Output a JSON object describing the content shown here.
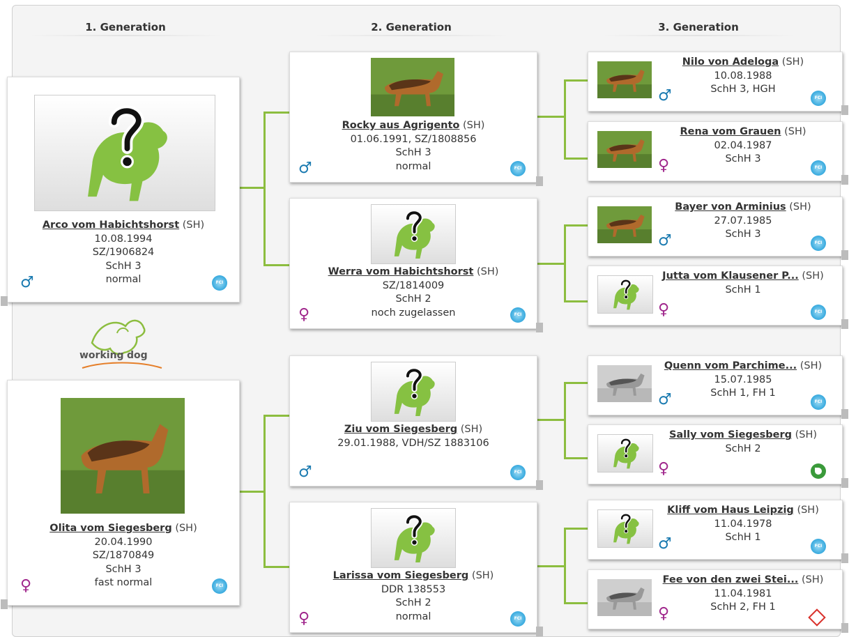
{
  "headers": [
    "1. Generation",
    "2. Generation",
    "3. Generation"
  ],
  "logo": {
    "text_left": "working",
    "text_right": "dog",
    "icon": "working-dog-logo"
  },
  "colors": {
    "connector": "#8cbd3f",
    "male": "#1a7ab0",
    "female": "#a0278c",
    "fci": "#36a9de"
  },
  "gen1": [
    {
      "name": "Arco vom Habichtshorst",
      "breed": "(SH)",
      "lines": [
        "10.08.1994",
        "SZ/1906824",
        "SchH 3",
        "normal"
      ],
      "sex": "♂",
      "photo": "placeholder"
    },
    {
      "name": "Olita vom Siegesberg",
      "breed": "(SH)",
      "lines": [
        "20.04.1990",
        "SZ/1870849",
        "SchH 3",
        "fast normal"
      ],
      "sex": "♀",
      "photo": "real"
    }
  ],
  "gen2": [
    {
      "name": "Rocky aus Agrigento",
      "breed": "(SH)",
      "lines": [
        "01.06.1991, SZ/1808856",
        "SchH 3",
        "normal"
      ],
      "sex": "♂",
      "photo": "real"
    },
    {
      "name": "Werra vom Habichtshorst",
      "breed": "(SH)",
      "lines": [
        "SZ/1814009",
        "SchH 2",
        "noch zugelassen"
      ],
      "sex": "♀",
      "photo": "placeholder"
    },
    {
      "name": "Ziu vom Siegesberg",
      "breed": "(SH)",
      "lines": [
        "29.01.1988, VDH/SZ 1883106"
      ],
      "sex": "♂",
      "photo": "placeholder"
    },
    {
      "name": "Larissa vom Siegesberg",
      "breed": "(SH)",
      "lines": [
        "DDR 138553",
        "SchH 2",
        "normal"
      ],
      "sex": "♀",
      "photo": "placeholder"
    }
  ],
  "gen3": [
    {
      "name": "Nilo von Adeloga",
      "breed": "(SH)",
      "lines": [
        "10.08.1988",
        "SchH 3, HGH"
      ],
      "sex": "♂",
      "photo": "real",
      "badge": "fci"
    },
    {
      "name": "Rena vom Grauen",
      "breed": "(SH)",
      "lines": [
        "02.04.1987",
        "SchH 3"
      ],
      "sex": "♀",
      "photo": "real",
      "badge": "fci"
    },
    {
      "name": "Bayer von Arminius",
      "breed": "(SH)",
      "lines": [
        "27.07.1985",
        "SchH 3"
      ],
      "sex": "♂",
      "photo": "real",
      "badge": "fci"
    },
    {
      "name": "Jutta vom Klausener P...",
      "breed": "(SH)",
      "lines": [
        "SchH 1"
      ],
      "sex": "♀",
      "photo": "placeholder",
      "badge": "fci"
    },
    {
      "name": "Quenn vom Parchime...",
      "breed": "(SH)",
      "lines": [
        "15.07.1985",
        "SchH 1, FH 1"
      ],
      "sex": "♂",
      "photo": "real-bw",
      "badge": "fci"
    },
    {
      "name": "Sally vom Siegesberg",
      "breed": "(SH)",
      "lines": [
        "SchH 2"
      ],
      "sex": "♀",
      "photo": "placeholder",
      "badge": "green"
    },
    {
      "name": "Kliff vom Haus Leipzig",
      "breed": "(SH)",
      "lines": [
        "11.04.1978",
        "SchH 1"
      ],
      "sex": "♂",
      "photo": "placeholder",
      "badge": "fci"
    },
    {
      "name": "Fee von den zwei Stei...",
      "breed": "(SH)",
      "lines": [
        "11.04.1981",
        "SchH 2, FH 1"
      ],
      "sex": "♀",
      "photo": "real-bw",
      "badge": "red"
    }
  ]
}
